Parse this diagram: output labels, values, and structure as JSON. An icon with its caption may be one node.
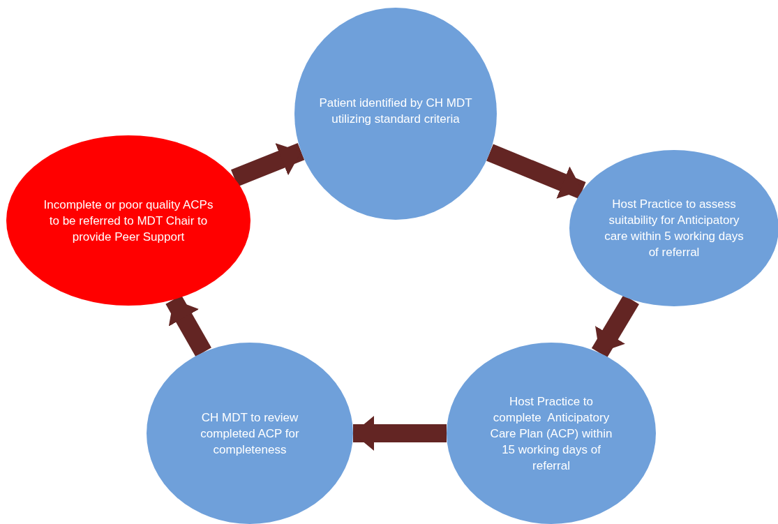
{
  "diagram": {
    "nodes": [
      {
        "text": [
          "Patient identified by CH MDT utilizing standard criteria"
        ]
      },
      {
        "text": [
          "Host Practice to assess suitability for Anticipatory care within 5 working days of referral"
        ]
      },
      {
        "text": [
          "Host Practice to complete  Anticipatory Care Plan (ACP) within 15 working days of referral"
        ]
      },
      {
        "text": [
          "CH MDT to review completed ACP for completeness"
        ]
      },
      {
        "text": [
          "Incomplete or poor quality ACPs to be referred to MDT Chair to provide Peer Support"
        ]
      }
    ],
    "edges": [
      {
        "from": 0,
        "to": 1,
        "arrow": "to"
      },
      {
        "from": 1,
        "to": 2,
        "arrow": "to"
      },
      {
        "from": 2,
        "to": 3,
        "arrow": "to"
      },
      {
        "from": 3,
        "to": 4,
        "arrow": "to"
      },
      {
        "from": 4,
        "to": 0,
        "arrow": "to"
      }
    ]
  }
}
